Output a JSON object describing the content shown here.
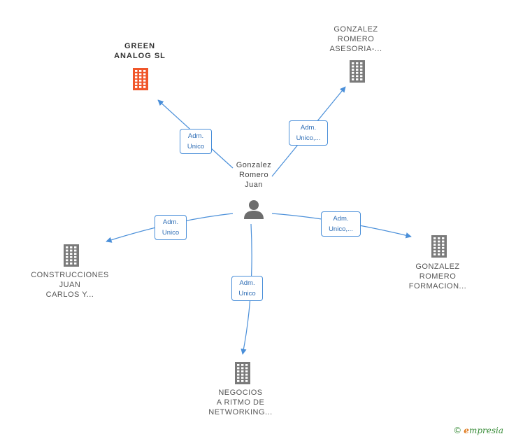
{
  "colors": {
    "edge": "#4a8fd9",
    "building": "#7a7a7a",
    "building_highlight": "#f0562a",
    "person": "#6d6d6d"
  },
  "center": {
    "name": "Gonzalez\nRomero\nJuan",
    "icon": "person-icon"
  },
  "nodes": [
    {
      "id": "green-analog",
      "name": "GREEN\nANALOG  SL",
      "icon": "building-icon",
      "highlight": true,
      "relation": "Adm.\nUnico"
    },
    {
      "id": "gonzalez-romero-asesoria",
      "name": "GONZALEZ\nROMERO\nASESORIA-...",
      "icon": "building-icon",
      "highlight": false,
      "relation": "Adm.\nUnico,..."
    },
    {
      "id": "construcciones-juan-carlos",
      "name": "CONSTRUCCIONES\nJUAN\nCARLOS Y...",
      "icon": "building-icon",
      "highlight": false,
      "relation": "Adm.\nUnico"
    },
    {
      "id": "gonzalez-romero-formacion",
      "name": "GONZALEZ\nROMERO\nFORMACION...",
      "icon": "building-icon",
      "highlight": false,
      "relation": "Adm.\nUnico,..."
    },
    {
      "id": "negocios-ritmo-networking",
      "name": "NEGOCIOS\nA RITMO DE\nNETWORKING...",
      "icon": "building-icon",
      "highlight": false,
      "relation": "Adm.\nUnico"
    }
  ],
  "brand": {
    "copyright": "©",
    "initial": "e",
    "name": "mpresia"
  }
}
